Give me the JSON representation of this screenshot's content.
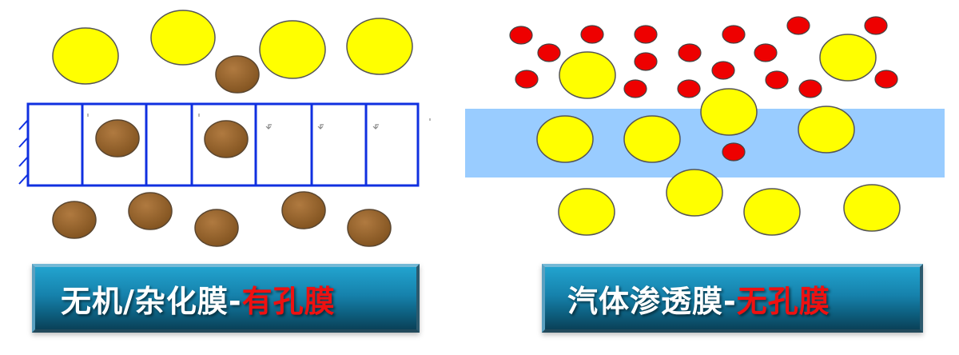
{
  "colors": {
    "yellow_particle": "#ffff00",
    "brown_particle": "#9b6a36",
    "red_particle": "#ee0000",
    "membrane_blue_frame": "#1030e0",
    "membrane_light_blue": "#99ccff",
    "caption_bg": "#1682ac",
    "caption_text": "#ffffff",
    "caption_accent": "#ee1111"
  },
  "left_panel": {
    "caption_main": "无机/杂化膜-",
    "caption_accent": "有孔膜"
  },
  "right_panel": {
    "caption_main": "汽体渗透膜-",
    "caption_accent": "无孔膜"
  }
}
